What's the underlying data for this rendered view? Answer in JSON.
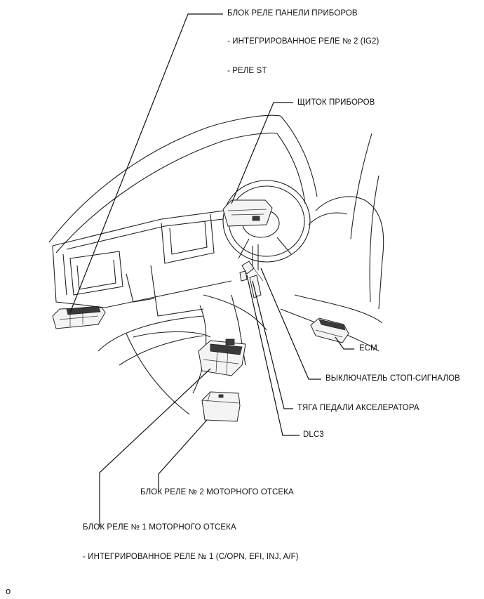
{
  "labels": {
    "ip_relay_block": "БЛОК РЕЛЕ ПАНЕЛИ ПРИБОРОВ",
    "ig2_relay": "- ИНТЕГРИРОВАННОЕ РЕЛЕ № 2 (IG2)",
    "st_relay": "- РЕЛЕ ST",
    "combination_meter": "ЩИТОК ПРИБОРОВ",
    "ecm": "ECM",
    "stop_light_switch": "ВЫКЛЮЧАТЕЛЬ СТОП-СИГНАЛОВ",
    "accel_pedal_rod": "ТЯГА ПЕДАЛИ АКСЕЛЕРАТОРА",
    "dlc3": "DLC3",
    "engine_relay_block_2": "БЛОК РЕЛЕ № 2 МОТОРНОГО ОТСЕКА",
    "engine_relay_block_1": "БЛОК РЕЛЕ № 1 МОТОРНОГО ОТСЕКА",
    "integrated_relay_1": "- ИНТЕГРИРОВАННОЕ РЕЛЕ № 1 (C/OPN, EFI, INJ, A/F)",
    "corner_mark": "o"
  }
}
